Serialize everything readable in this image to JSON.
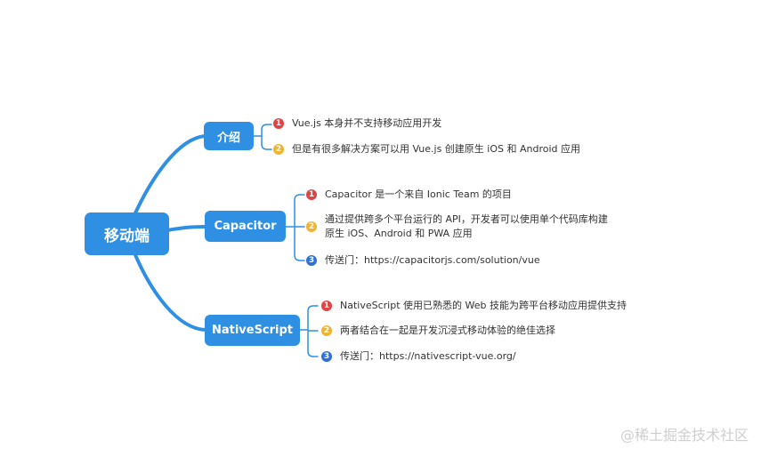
{
  "colors": {
    "node": "#2f8fe3",
    "connector": "#2f8fe3",
    "text": "#333333",
    "marker_1": "#e04343",
    "marker_2": "#f1b22e",
    "marker_3": "#2f6fd8",
    "watermark": "#cfcfcf"
  },
  "root": {
    "label": "移动端"
  },
  "branches": [
    {
      "label": "介绍",
      "items": [
        {
          "marker": "1",
          "lines": [
            "Vue.js 本身并不支持移动应用开发"
          ]
        },
        {
          "marker": "2",
          "lines": [
            "但是有很多解决方案可以用 Vue.js 创建原生 iOS 和 Android 应用"
          ]
        }
      ]
    },
    {
      "label": "Capacitor",
      "items": [
        {
          "marker": "1",
          "lines": [
            "Capacitor 是一个来自 Ionic Team 的项目"
          ]
        },
        {
          "marker": "2",
          "lines": [
            "通过提供跨多个平台运行的 API，开发者可以使用单个代码库构建",
            "原生 iOS、Android 和 PWA 应用"
          ]
        },
        {
          "marker": "3",
          "lines": [
            "传送门：https://capacitorjs.com/solution/vue"
          ]
        }
      ]
    },
    {
      "label": "NativeScript",
      "items": [
        {
          "marker": "1",
          "lines": [
            "NativeScript 使用已熟悉的 Web 技能为跨平台移动应用提供支持"
          ]
        },
        {
          "marker": "2",
          "lines": [
            "两者结合在一起是开发沉浸式移动体验的绝佳选择"
          ]
        },
        {
          "marker": "3",
          "lines": [
            "传送门：https://nativescript-vue.org/"
          ]
        }
      ]
    }
  ],
  "watermark": "@稀土掘金技术社区"
}
